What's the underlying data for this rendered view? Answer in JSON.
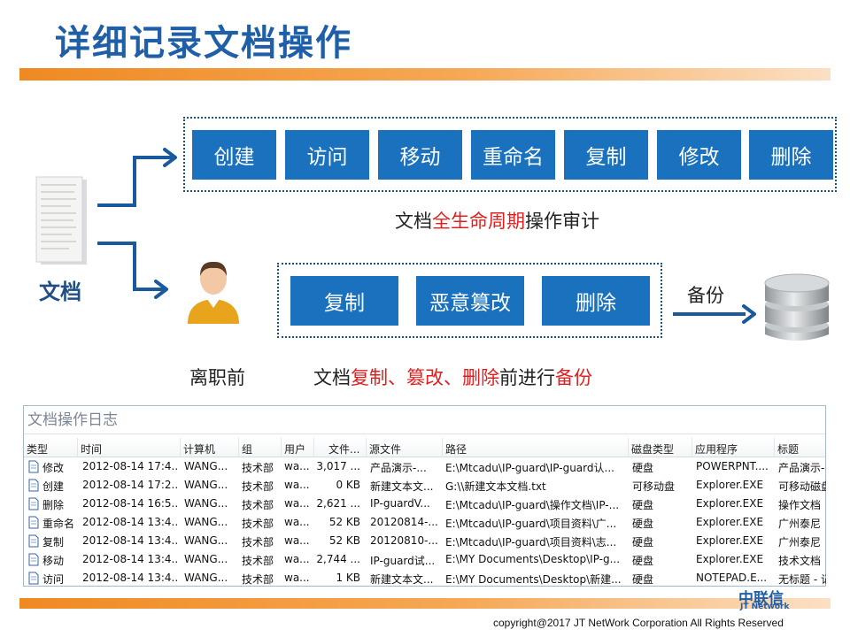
{
  "slide": {
    "title": "详细记录文档操作",
    "doc_label": "文档",
    "lifecycle_ops": [
      "创建",
      "访问",
      "移动",
      "重命名",
      "复制",
      "修改",
      "删除"
    ],
    "lifecycle_caption": {
      "pre": "文档",
      "red": "全生命周期",
      "post": "操作审计"
    },
    "leaving_ops": [
      "复制",
      "恶意篡改",
      "删除"
    ],
    "backup_label": "备份",
    "leaving_label": "离职前",
    "backup_caption": {
      "pre": "文档",
      "red": "复制、篡改、删除",
      "mid": "前进行",
      "red2": "备份"
    }
  },
  "log": {
    "title": "文档操作日志",
    "columns": [
      "类型",
      "时间",
      "计算机",
      "组",
      "用户",
      "文件...",
      "源文件",
      "路径",
      "磁盘类型",
      "应用程序",
      "标题"
    ],
    "rows": [
      {
        "icon": "modify-doc-icon",
        "type": "修改",
        "time": "2012-08-14 17:4...",
        "computer": "WANG...",
        "group": "技术部",
        "user": "wa...",
        "size": "3,017 ...",
        "source": "产品演示-...",
        "path": "E:\\Mtcadu\\IP-guard\\IP-guard认...",
        "disk": "硬盘",
        "app": "POWERPNT....",
        "title": "产品演示-"
      },
      {
        "icon": "new-doc-icon",
        "type": "创建",
        "time": "2012-08-14 17:2...",
        "computer": "WANG...",
        "group": "技术部",
        "user": "wa...",
        "size": "0 KB",
        "source": "新建文本文...",
        "path": "G:\\\\新建文本文档.txt",
        "disk": "可移动盘",
        "app": "Explorer.EXE",
        "title": "可移动磁盘"
      },
      {
        "icon": "delete-doc-icon",
        "type": "删除",
        "time": "2012-08-14 16:5...",
        "computer": "WANG...",
        "group": "技术部",
        "user": "wa...",
        "size": "2,621 ...",
        "source": "IP-guardV...",
        "path": "E:\\Mtcadu\\IP-guard\\操作文档\\IP-...",
        "disk": "硬盘",
        "app": "Explorer.EXE",
        "title": "操作文档"
      },
      {
        "icon": "rename-doc-icon",
        "type": "重命名",
        "time": "2012-08-14 13:4...",
        "computer": "WANG...",
        "group": "技术部",
        "user": "wa...",
        "size": "52 KB",
        "source": "20120814-...",
        "path": "E:\\Mtcadu\\IP-guard\\项目资料\\广...",
        "disk": "硬盘",
        "app": "Explorer.EXE",
        "title": "广州泰尼"
      },
      {
        "icon": "copy-doc-icon",
        "type": "复制",
        "time": "2012-08-14 13:4...",
        "computer": "WANG...",
        "group": "技术部",
        "user": "wa...",
        "size": "52 KB",
        "source": "20120810-...",
        "path": "E:\\Mtcadu\\IP-guard\\项目资料\\志...",
        "disk": "硬盘",
        "app": "Explorer.EXE",
        "title": "广州泰尼"
      },
      {
        "icon": "move-doc-icon",
        "type": "移动",
        "time": "2012-08-14 13:4...",
        "computer": "WANG...",
        "group": "技术部",
        "user": "wa...",
        "size": "2,744 ...",
        "source": "IP-guard试...",
        "path": "E:\\MY Documents\\Desktop\\IP-g...",
        "disk": "硬盘",
        "app": "Explorer.EXE",
        "title": "技术文档"
      },
      {
        "icon": "access-doc-icon",
        "type": "访问",
        "time": "2012-08-14 13:4...",
        "computer": "WANG...",
        "group": "技术部",
        "user": "wa...",
        "size": "1 KB",
        "source": "新建文本文...",
        "path": "E:\\MY Documents\\Desktop\\新建...",
        "disk": "硬盘",
        "app": "NOTEPAD.E...",
        "title": "无标题 - 记"
      }
    ]
  },
  "footer": {
    "logo_cn": "中联信",
    "logo_en": "JT Network",
    "copyright": "copyright@2017  JT NetWork Corporation All Rights Reserved"
  },
  "colors": {
    "accent": "#1a72bf",
    "title": "#1f5fa8",
    "orange": "#ef8a22",
    "red": "#e02020"
  }
}
